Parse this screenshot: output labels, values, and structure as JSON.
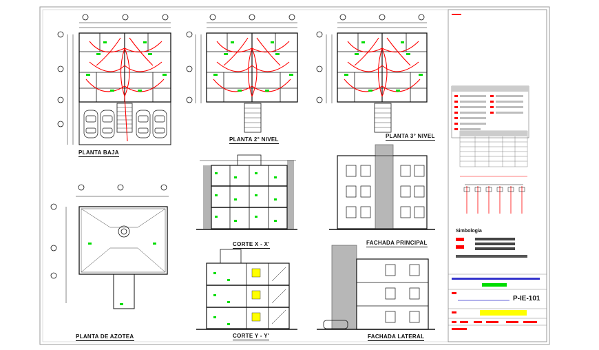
{
  "views": {
    "planta_baja": "PLANTA BAJA",
    "planta_2": "PLANTA 2° NIVEL",
    "planta_3": "PLANTA 3° NIVEL",
    "planta_azotea": "PLANTA DE AZOTEA",
    "corte_x": "CORTE X - X'",
    "corte_y": "CORTE Y - Y'",
    "fachada_principal": "FACHADA PRINCIPAL",
    "fachada_lateral": "FACHADA LATERAL"
  },
  "title_block": {
    "simbologia": "Simbologia",
    "sheet_code": "P-IE-101"
  },
  "colors": {
    "line": "#111111",
    "circuit": "#ff0000",
    "device": "#00dd00",
    "accent": "#ffff00",
    "tb_blue": "#3333cc"
  }
}
